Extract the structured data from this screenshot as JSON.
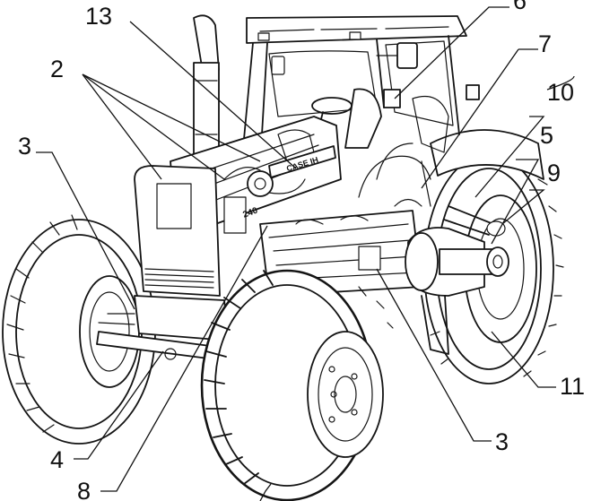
{
  "diagram": {
    "callouts": [
      {
        "id": "c13",
        "label": "13"
      },
      {
        "id": "c6",
        "label": "6"
      },
      {
        "id": "c2",
        "label": "2"
      },
      {
        "id": "c7",
        "label": "7"
      },
      {
        "id": "c10",
        "label": "10"
      },
      {
        "id": "c3a",
        "label": "3"
      },
      {
        "id": "c5",
        "label": "5"
      },
      {
        "id": "c9",
        "label": "9"
      },
      {
        "id": "c11",
        "label": "11"
      },
      {
        "id": "c3b",
        "label": "3"
      },
      {
        "id": "c4",
        "label": "4"
      },
      {
        "id": "c8",
        "label": "8"
      }
    ],
    "badges": {
      "brand_text": "CASE IH",
      "model_text": "240"
    }
  }
}
